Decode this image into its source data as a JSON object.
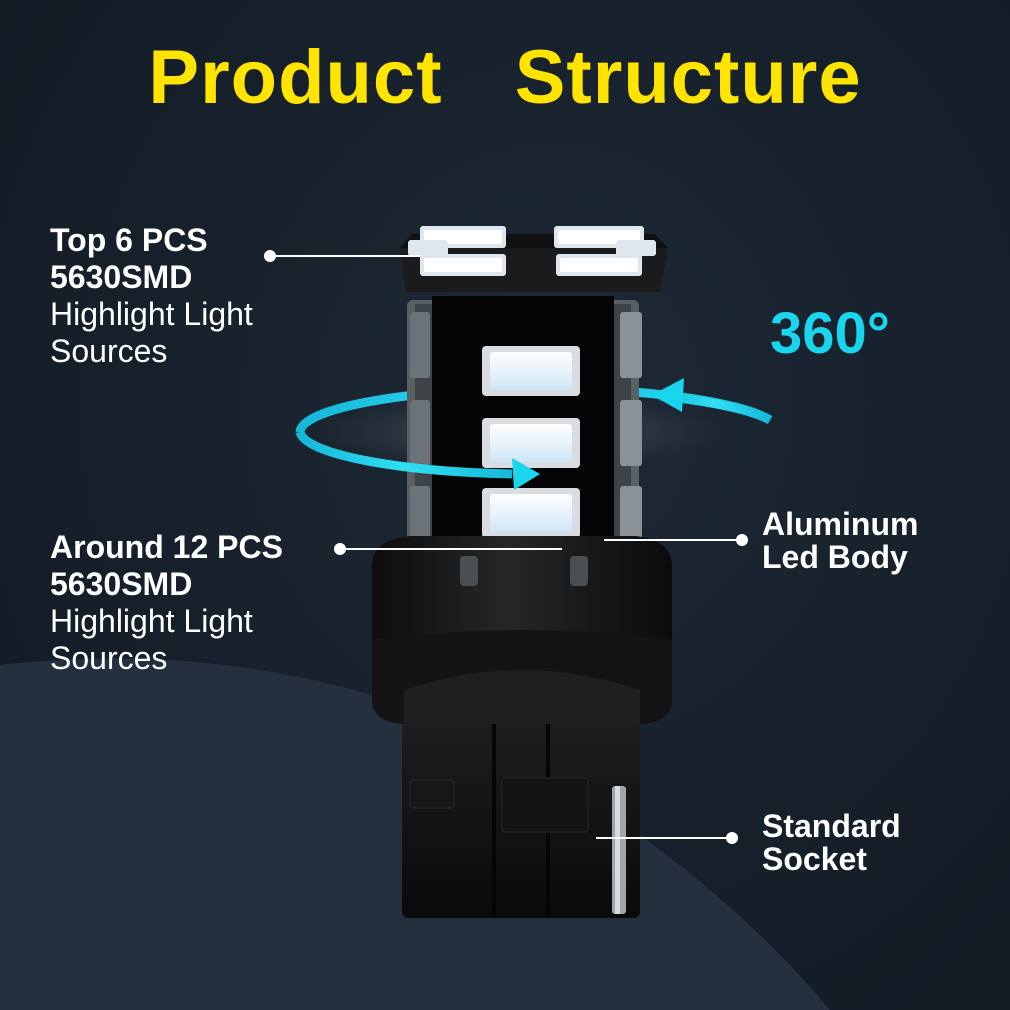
{
  "title": "Product  Structure",
  "rotation_badge": "360°",
  "callouts": {
    "top": {
      "bold1": "Top 6 PCS",
      "bold2": "5630SMD",
      "line3": "Highlight Light",
      "line4": "Sources"
    },
    "around": {
      "bold1": "Around 12 PCS",
      "bold2": "5630SMD",
      "line3": "Highlight Light",
      "line4": "Sources"
    },
    "body": {
      "line1": "Aluminum",
      "line2": "Led Body"
    },
    "socket": {
      "line1": "Standard",
      "line2": "Socket"
    }
  },
  "colors": {
    "title": "#ffe400",
    "accent_cyan": "#19d6ee",
    "background": "#141c26",
    "led": "#eef6ff"
  },
  "icons": [
    "led-bulb-illustration",
    "rotation-arrow-icon"
  ]
}
